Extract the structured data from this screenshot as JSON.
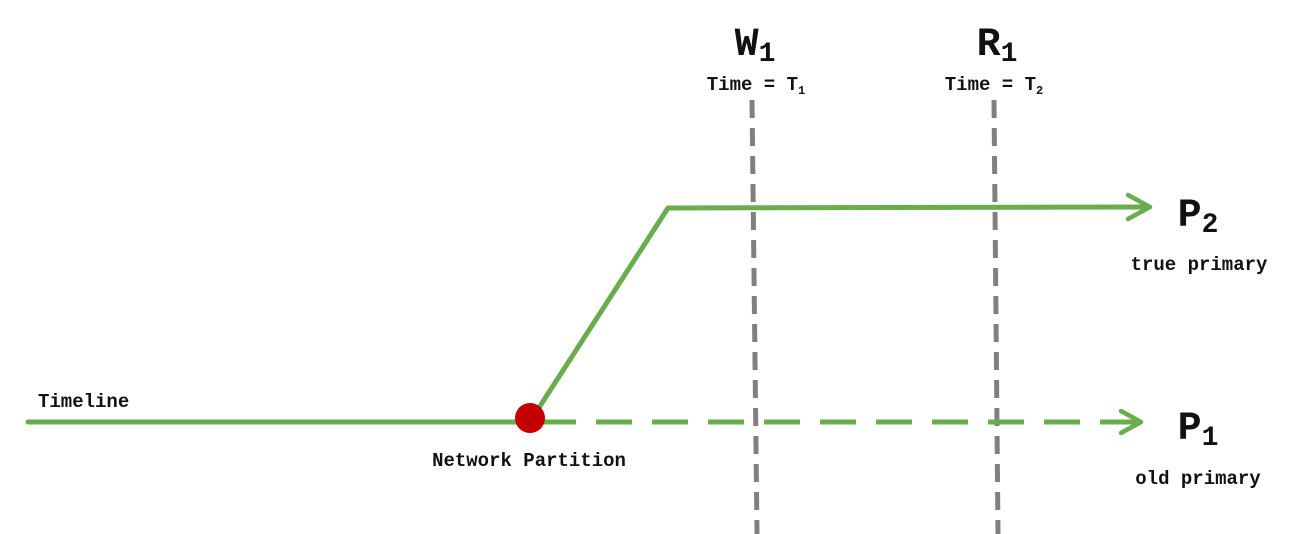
{
  "colors": {
    "line": "#6aad4f",
    "marker_line": "#808080",
    "partition_dot": "#c40000",
    "text": "#111111"
  },
  "labels": {
    "timeline": "Timeline",
    "network_partition": "Network Partition"
  },
  "markers": [
    {
      "name": "W",
      "subscript": "1",
      "time_prefix": "Time = ",
      "time_var": "T",
      "time_sub": "1"
    },
    {
      "name": "R",
      "subscript": "1",
      "time_prefix": "Time = ",
      "time_var": "T",
      "time_sub": "2"
    }
  ],
  "primaries": [
    {
      "name": "P",
      "subscript": "2",
      "role": "true primary"
    },
    {
      "name": "P",
      "subscript": "1",
      "role": "old primary"
    }
  ]
}
